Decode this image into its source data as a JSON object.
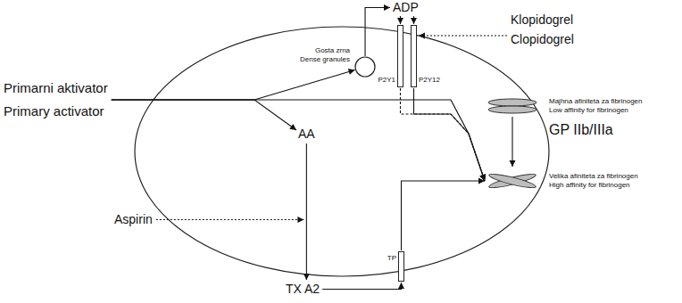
{
  "diagram": {
    "nodes": [
      {
        "text": [
          "Primarni aktivator",
          "Primary activator"
        ]
      },
      {
        "text": [
          "Gosta zrna",
          "Dense granules"
        ]
      },
      {
        "text": [
          "ADP"
        ]
      },
      {
        "text": [
          "P2Y1"
        ]
      },
      {
        "text": [
          "P2Y12"
        ]
      },
      {
        "text": [
          "Klopidogrel",
          "Clopidogrel"
        ]
      },
      {
        "text": [
          "Majhna afiniteta za fibrinogen",
          "Low affinity for fibrinogen"
        ]
      },
      {
        "text": [
          "Velika afiniteta za fibrinogen",
          "High affinity for fibrinogen"
        ]
      },
      {
        "text": [
          "AA"
        ]
      },
      {
        "text": [
          "Aspirin"
        ]
      },
      {
        "text": [
          "TX A2"
        ]
      },
      {
        "text": [
          "TP"
        ]
      }
    ],
    "edges": [
      {
        "from": 0,
        "to": 1,
        "arrow": "to"
      },
      {
        "from": 0,
        "to": 8,
        "arrow": "to"
      },
      {
        "from": 0,
        "to": 7,
        "arrow": "to"
      },
      {
        "from": 1,
        "to": 2,
        "arrow": "to"
      },
      {
        "from": 2,
        "to": 3,
        "arrow": "to"
      },
      {
        "from": 2,
        "to": 4,
        "arrow": "to"
      },
      {
        "from": 5,
        "to": 4,
        "arrow": "to"
      },
      {
        "from": 3,
        "to": 7,
        "arrow": "to"
      },
      {
        "from": 4,
        "to": 7,
        "arrow": "to"
      },
      {
        "from": 8,
        "to": 10,
        "arrow": "to"
      },
      {
        "from": 10,
        "to": 11,
        "arrow": "to"
      },
      {
        "from": 11,
        "to": 7,
        "arrow": "to"
      },
      {
        "from": 6,
        "to": 7,
        "arrow": "to"
      }
    ],
    "labels": [
      "GP IIb/IIIa"
    ]
  }
}
